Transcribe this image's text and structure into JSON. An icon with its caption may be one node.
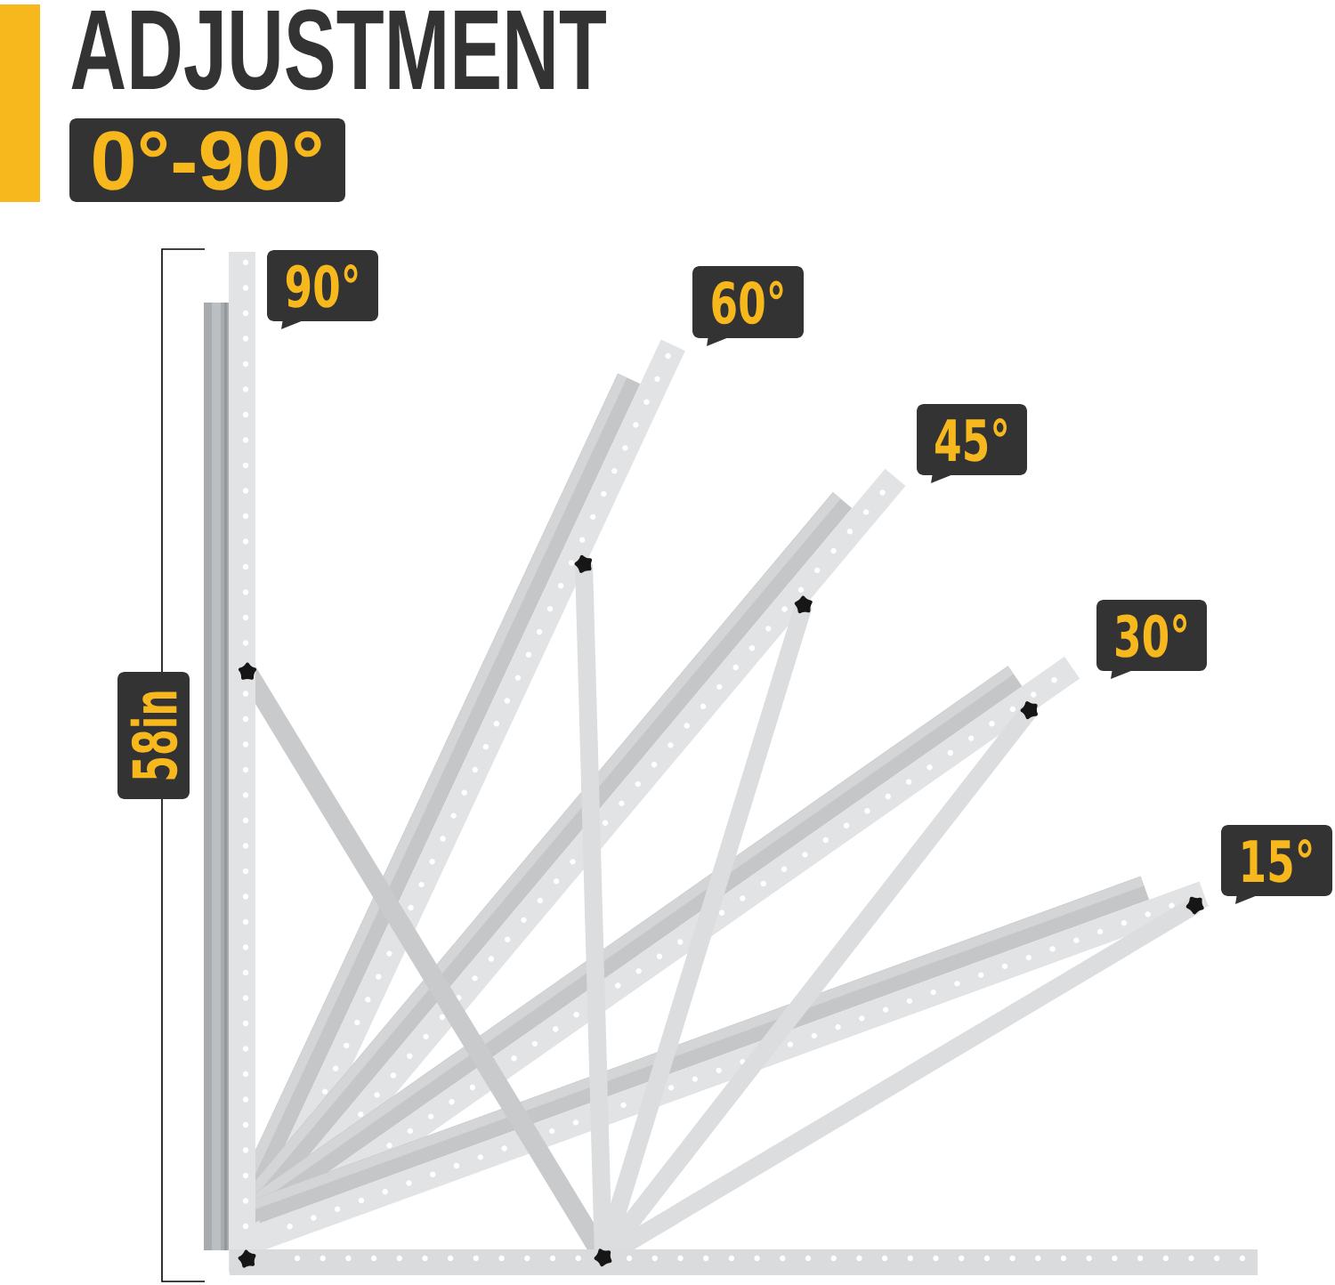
{
  "diagram": {
    "title": "ADJUSTMENT",
    "nodes": [
      {
        "text": [
          "0°-90°"
        ]
      },
      {
        "text": [
          "90°"
        ]
      },
      {
        "text": [
          "60°"
        ]
      },
      {
        "text": [
          "45°"
        ]
      },
      {
        "text": [
          "30°"
        ]
      },
      {
        "text": [
          "15°"
        ]
      },
      {
        "text": [
          "58in"
        ]
      }
    ]
  }
}
